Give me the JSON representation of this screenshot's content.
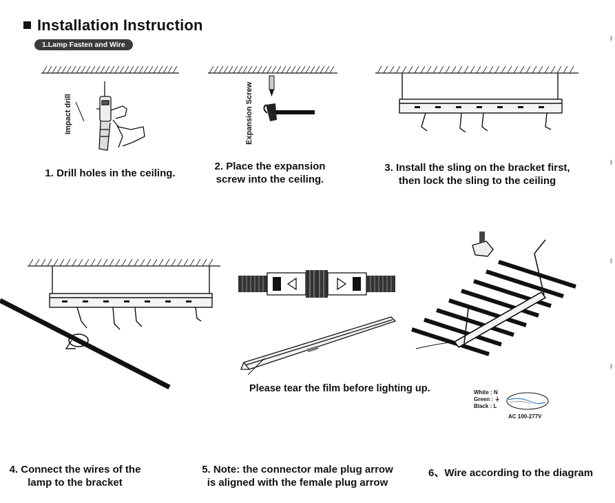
{
  "header": {
    "title": "Installation Instruction",
    "section_badge": "1.Lamp Fasten and Wire"
  },
  "steps": {
    "s1": {
      "caption": "1. Drill holes in the ceiling.",
      "tool_label": "Impact drill"
    },
    "s2": {
      "caption_line1": "2. Place the expansion",
      "caption_line2": "screw into the ceiling.",
      "tool_label": "Expansion Screw"
    },
    "s3": {
      "caption_line1": "3. Install the sling on the bracket first,",
      "caption_line2": "then lock the sling to the ceiling"
    },
    "s4": {
      "caption_line1": "4. Connect the wires of the",
      "caption_line2": "lamp to the bracket"
    },
    "s5": {
      "caption_line1": "5. Note: the connector male plug arrow",
      "caption_line2": "is aligned with the female plug arrow",
      "film_note": "Please tear the film before lighting up."
    },
    "s6": {
      "caption": "6、Wire according to the diagram"
    }
  },
  "wiring": {
    "white": "White",
    "white_code": ": N",
    "green": "Green",
    "green_code": ": ⏚",
    "black": "Black",
    "black_code": ": L",
    "voltage": "AC 100-277V"
  },
  "colors": {
    "ink": "#111111",
    "badge_bg": "#3b3b3b",
    "wire_blue": "#3a7fc0"
  }
}
